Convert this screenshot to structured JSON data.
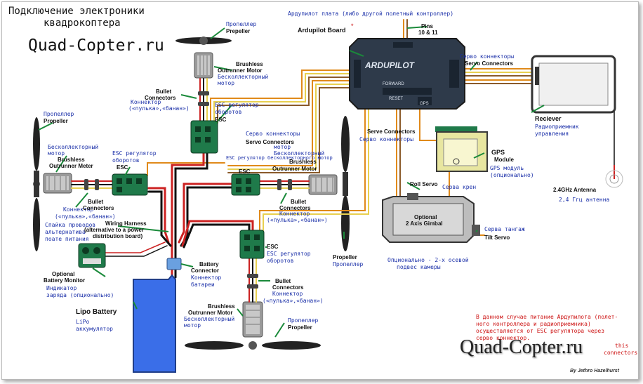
{
  "header": {
    "title_line1": "Подключение электроники",
    "title_line2": "квадрокоптера",
    "logo": "Quad-Copter.ru"
  },
  "labels": {
    "ardupilot_plate": "Ардупилот плата (либо другой полетный контроллер)",
    "ardupilot_board": "Ardupilot Board",
    "ardupilot_board_mark": "*",
    "pins": "Pins",
    "pins_num": "10 & 11",
    "brand": "ARDUPILOT",
    "forward": "FORWARD",
    "reset": "RESET",
    "gps_port": "GPS",
    "servo_conn_ru_1": "Серво коннекторы",
    "servo_conn_en_1": "Servo Connectors",
    "receiver_en": "Reciever",
    "receiver_ru_1": "Радиоприемник",
    "receiver_ru_2": "управления",
    "antenna_en": "2.4GHz Antenna",
    "antenna_ru": "2,4 Ггц антенна",
    "gps_en": "GPS",
    "gps_module": "Module",
    "gps_ru_1": "GPS модуль",
    "gps_ru_2": "(опционально)",
    "prop_top_ru": "Пропеллер",
    "prop_top_en": "Prepeller",
    "motor_top_en_1": "Brushless",
    "motor_top_en_2": "Outrunner Motor",
    "motor_top_ru_1": "Бесколлекторный",
    "motor_top_ru_2": "мотор",
    "bullet_top_en_1": "Bullet",
    "bullet_top_en_2": "Connectors",
    "bullet_top_ru": "Коннектор",
    "bullet_top_ru_2": "(«пулька»,«банан»)",
    "esc_top_ru_1": "ESC регулятор",
    "esc_top_ru_2": "оборотов",
    "esc_top_en": "ESC",
    "servo_conn_ru_2": "Серво коннекторы",
    "servo_conn_en_2": "Servo Connectors",
    "servo_conn_ru_3": "Серво коннекторы",
    "servo_conn_en_3": "Serve Connectors",
    "overlap_text": "ESC регулятор бесколлекторного мотор",
    "prop_left_ru": "Пропеллер",
    "prop_left_en": "Propeller",
    "motor_left_ru_1": "Бесколлекторный",
    "motor_left_ru_2": "мотор",
    "motor_left_en_1": "Brushless",
    "motor_left_en_2": "Outrunner Meter",
    "esc_left_ru_1": "ESC регулятор",
    "esc_left_ru_2": "оборотов",
    "esc_left_en": "ESC",
    "bullet_left_ru_1": "Коннектор",
    "bullet_left_ru_2": "(«пулька»,«банан»)",
    "bullet_left_en_1": "Bullet",
    "bullet_left_en_2": "Connectors",
    "harness_ru_1": "Спайка проводов",
    "harness_ru_2": "альтернатива",
    "harness_ru_3": "поате питания",
    "harness_en_1": "Wiring Harness",
    "harness_en_2": "(alternative to a power",
    "harness_en_3": "distribution board)",
    "motor_right_en_1": "Brushless",
    "motor_right_en_2": "Outrunner Motor",
    "motor_right_ru_1": "Бесколлекторный",
    "motor_right_ru_2": "мотор",
    "esc_right_en": "ESC",
    "bullet_right_en_1": "Bullet",
    "bullet_right_en_2": "Connectors",
    "bullet_right_ru_1": "Коннектор",
    "bullet_right_ru_2": "(«пулька»,«банан»)",
    "prop_right_en": "Propeller",
    "prop_right_ru": "Пропеллер",
    "roll_en": "Roll Servo",
    "roll_ru": "Серва крен",
    "gimbal_en_1": "Optional",
    "gimbal_en_2": "2 Axis Gimbal",
    "gimbal_ru_1": "Опционально - 2-х осевой",
    "gimbal_ru_2": "подвес камеры",
    "tilt_ru": "Серва тангаж",
    "tilt_en": "Tilt Servo",
    "esc_bottom_en": "ESC",
    "esc_bottom_ru_1": "ESC регулятор",
    "esc_bottom_ru_2": "оборотов",
    "battery_conn_en_1": "Battery",
    "battery_conn_en_2": "Connector",
    "battery_conn_ru_1": "Коннектор",
    "battery_conn_ru_2": "батареи",
    "bullet_bottom_en_1": "Bullet",
    "bullet_bottom_en_2": "Connectors",
    "bullet_bottom_ru_1": "Коннектор",
    "bullet_bottom_ru_2": "(«пулька»,«банан»)",
    "motor_bottom_en_1": "Brushless",
    "motor_bottom_en_2": "Outrunner Motor",
    "motor_bottom_ru_1": "Бесколлекторный",
    "motor_bottom_ru_2": "мотор",
    "prop_bottom_ru": "Пропеллер",
    "prop_bottom_en": "Propeller",
    "monitor_en_1": "Optional",
    "monitor_en_2": "Battery Monitor",
    "monitor_ru_1": "Индикатор",
    "monitor_ru_2": "заряда (опционально)",
    "lipo_en": "Lipo Battery",
    "lipo_ru_1": "LiPo",
    "lipo_ru_2": "аккумулятор",
    "note_1": "В данном случае питание Ардупилота (полет-",
    "note_2": "ного контроллера и радиоприемника)",
    "note_3": "осуществляется от ESC регулятора через",
    "note_4": "серво коннектор.",
    "note_5": "this",
    "note_6": "connectors",
    "credit": "By Jethro Hazelhurst"
  },
  "colors": {
    "board": "#2e3a4a",
    "board_edge": "#1a1a1a",
    "esc_green": "#1f7a4a",
    "receiver_frame": "#333333",
    "wire_red": "#cc2222",
    "wire_black": "#111111",
    "wire_orange": "#e08a1a",
    "wire_yellow": "#e8d050",
    "wire_brown": "#8a5a2a",
    "label_blue": "#1a2fa8",
    "note_red": "#cc1111",
    "battery_blue": "#3a6ee8",
    "battery_conn": "#6aa0e0"
  }
}
